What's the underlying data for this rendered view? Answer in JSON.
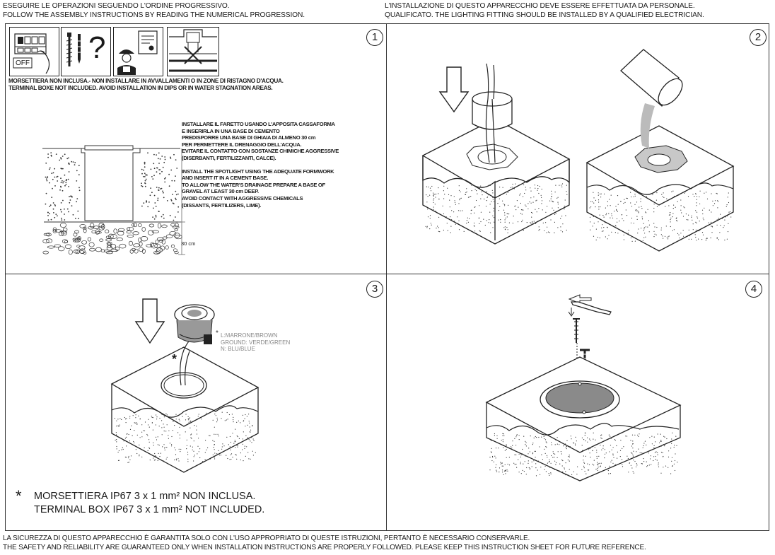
{
  "header": {
    "left_line1": "ESEGUIRE LE OPERAZIONI SEGUENDO L'ORDINE PROGRESSIVO.",
    "left_line2": "FOLLOW THE ASSEMBLY INSTRUCTIONS BY READING THE NUMERICAL PROGRESSION.",
    "right_line1": "L'INSTALLAZIONE DI QUESTO APPARECCHIO DEVE ESSERE EFFETTUATA DA PERSONALE.",
    "right_line2": "QUALIFICATO. THE LIGHTING FITTING SHOULD BE INSTALLED BY A QUALIFIED ELECTRICIAN."
  },
  "steps": [
    {
      "number": "1"
    },
    {
      "number": "2"
    },
    {
      "number": "3"
    },
    {
      "number": "4"
    }
  ],
  "step1": {
    "off_label": "OFF",
    "question_mark": "?",
    "warning_it": "MORSETTIERA NON INCLUSA.- NON INSTALLARE IN AVVALLAMENTI O IN ZONE DI RISTAGNO D'ACQUA.",
    "warning_en": "TERMINAL BOXE NOT INCLUDED. AVOID INSTALLATION IN DIPS OR IN WATER STAGNATION AREAS.",
    "instructions_it": [
      "INSTALLARE IL FARETTO USANDO L'APPOSITA CASSAFORMA",
      "E INSERIRLA IN UNA BASE DI CEMENTO",
      "PREDISPORRE UNA BASE DI GHIAIA DI ALMENO 30 cm",
      "PER PERMETTERE IL DRENAGGIO DELL'ACQUA.",
      "EVITARE IL CONTATTO CON SOSTANZE CHIMICHE AGGRESSIVE",
      "(DISERBANTI, FERTILIZZANTI, CALCE)."
    ],
    "instructions_en": [
      "INSTALL THE SPOTLIGHT USING THE ADEQUATE FORMWORK",
      "AND INSERT IT IN A CEMENT BASE.",
      "TO ALLOW THE WATER'S DRAINAGE PREPARE A BASE OF",
      "GRAVEL AT LEAST 30 cm DEEP.",
      "AVOID CONTACT WITH AGGRESSIVE CHEMICALS",
      "(DISSANTS, FERTILIZERS, LIME)."
    ],
    "depth_label": "30 cm"
  },
  "step3": {
    "asterisk": "*",
    "wires": [
      "L:MARRONE/BROWN",
      "GROUND: VERDE/GREEN",
      "N: BLU/BLUE"
    ],
    "note_star": "*",
    "note_it": "MORSETTIERA IP67 3 x 1 mm²  NON INCLUSA.",
    "note_en": "TERMINAL BOX IP67 3 x 1 mm² NOT INCLUDED."
  },
  "footer": {
    "line1": "LA SICUREZZA DI QUESTO APPARECCHIO È GARANTITA SOLO CON L'USO APPROPRIATO DI QUESTE ISTRUZIONI, PERTANTO È NECESSARIO CONSERVARLE.",
    "line2": "THE SAFETY AND RELIABILITY ARE GUARANTEED ONLY WHEN INSTALLATION INSTRUCTIONS ARE PROPERLY FOLLOWED. PLEASE KEEP THIS INSTRUCTION SHEET FOR FUTURE REFERENCE."
  }
}
